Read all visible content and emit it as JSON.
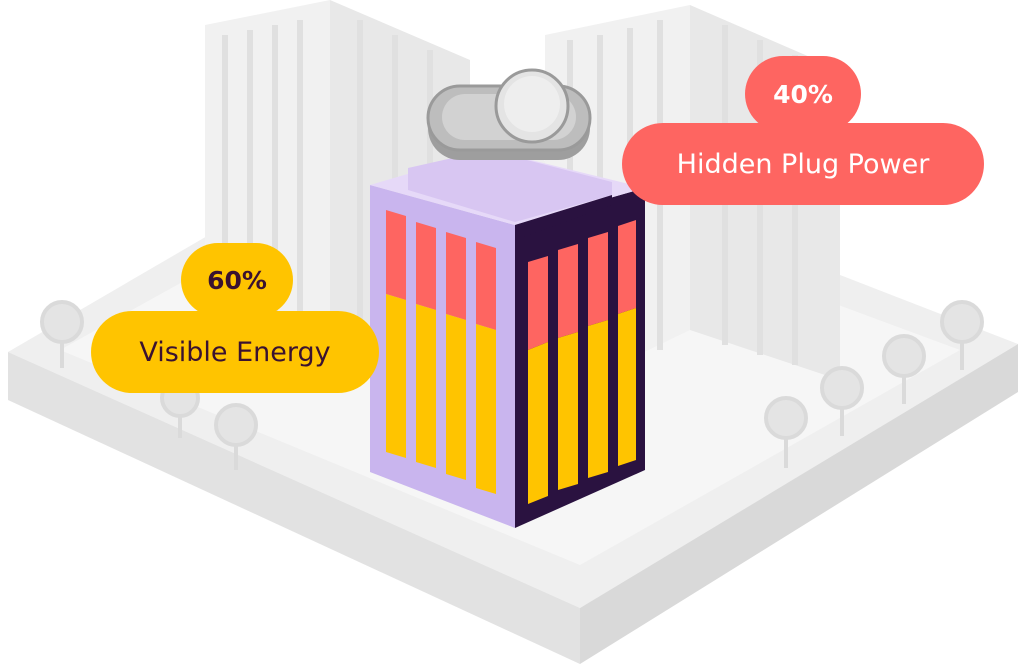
{
  "labels": {
    "visible": {
      "percent": "60%",
      "label": "Visible Energy"
    },
    "hidden": {
      "percent": "40%",
      "label": "Hidden Plug Power"
    }
  },
  "colors": {
    "visible_accent": "#ffc400",
    "hidden_accent": "#fe6561",
    "dark_text": "#3a1230",
    "building_side": "#c9b5ee",
    "building_dark": "#2a1240",
    "ground": "#ececec"
  },
  "shares": {
    "visible": 0.6,
    "hidden": 0.4
  }
}
